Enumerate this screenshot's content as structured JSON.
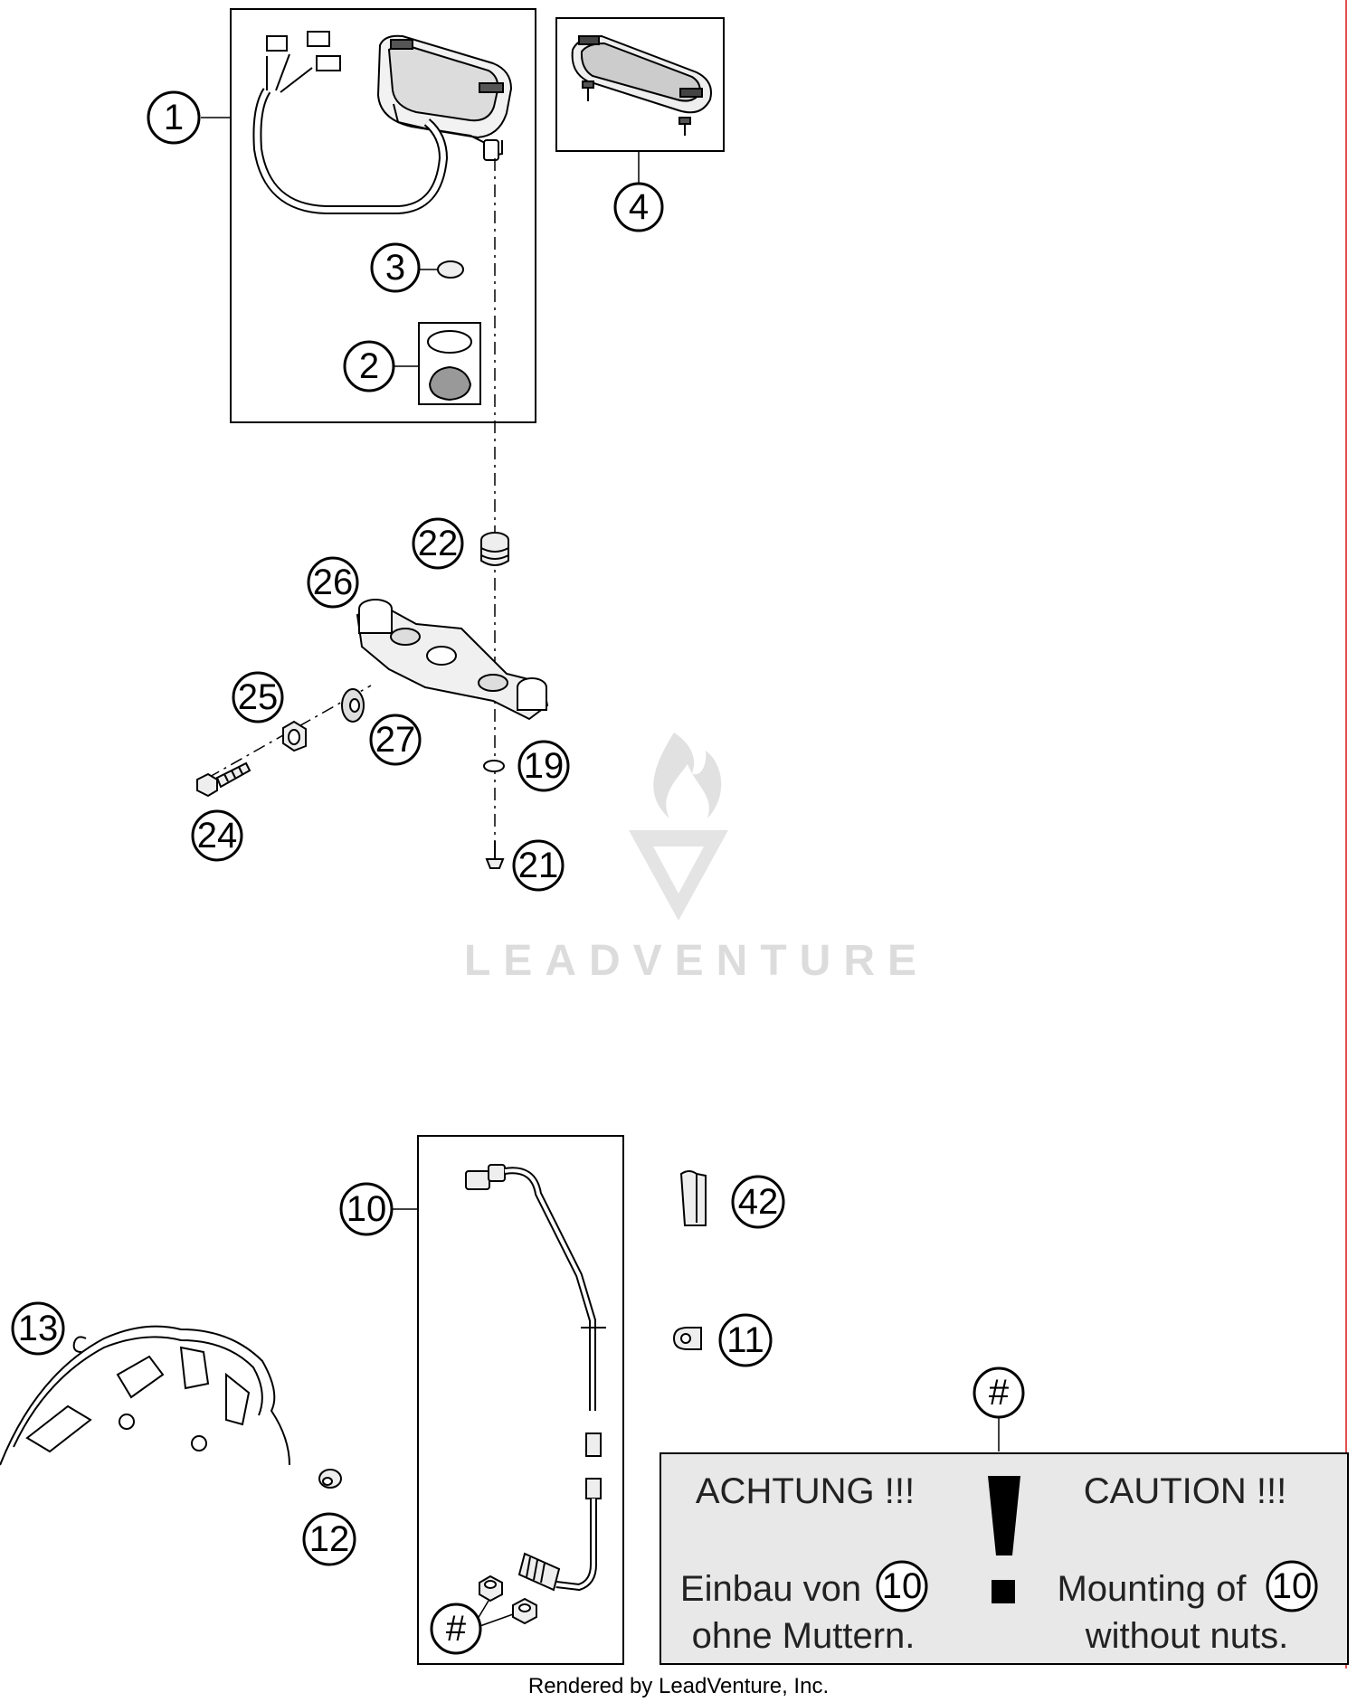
{
  "callouts": {
    "c1": "1",
    "c2": "2",
    "c3": "3",
    "c4": "4",
    "c10": "10",
    "c11": "11",
    "c12": "12",
    "c13": "13",
    "c19": "19",
    "c21": "21",
    "c22": "22",
    "c24": "24",
    "c25": "25",
    "c26": "26",
    "c27": "27",
    "c42": "42",
    "hash_top": "#",
    "hash_bottom": "#"
  },
  "caution": {
    "german_title": "ACHTUNG !!!",
    "german_line1": "Einbau von",
    "german_line2": "ohne Muttern.",
    "german_ref": "10",
    "english_title": "CAUTION !!!",
    "english_line1": "Mounting of",
    "english_line2": "without nuts.",
    "english_ref": "10",
    "exclamation": "!"
  },
  "watermark": {
    "text": "LEADVENTURE"
  },
  "footer": {
    "text": "Rendered by LeadVenture, Inc."
  },
  "colors": {
    "line": "#000000",
    "panel_fill": "#e8e8e8",
    "accent_line": "#e05050",
    "watermark": "#d9d9d9"
  }
}
